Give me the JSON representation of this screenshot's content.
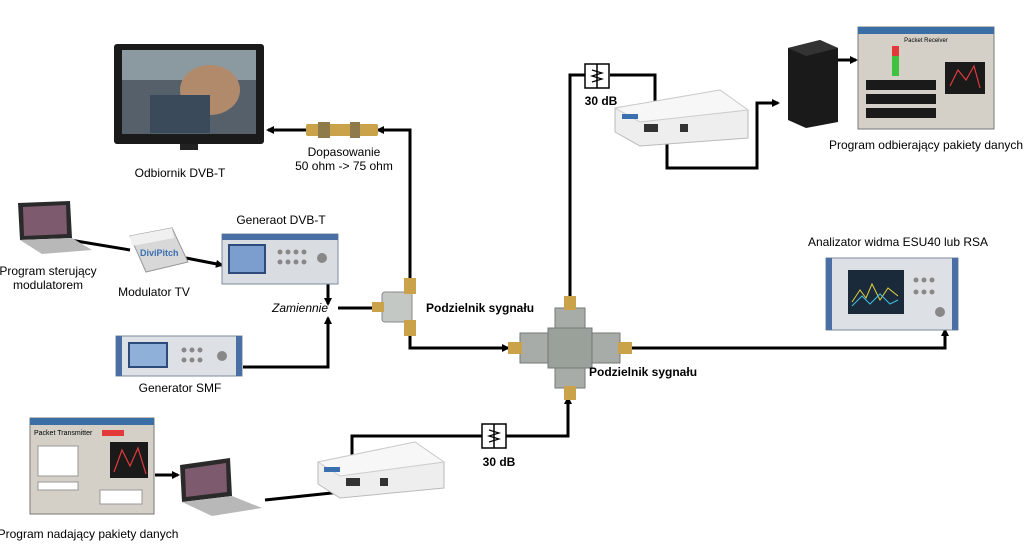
{
  "labels": {
    "tv": "Odbiornik DVB-T",
    "matching_line1": "Dopasowanie",
    "matching_line2": "50 ohm -> 75 ohm",
    "generator_dvbt": "Generaot DVB-T",
    "program_ctrl_line1": "Program sterujący",
    "program_ctrl_line2": "modulatorem",
    "modulator": "Modulator TV",
    "alternatively": "Zamiennie",
    "splitter_small": "Podzielnik sygnału",
    "splitter_big": "Podzielnik sygnału",
    "generator_smf": "Generator SMF",
    "attenuator_top": "30 dB",
    "attenuator_bottom": "30 dB",
    "program_rx": "Program odbierający pakiety danych",
    "analyzer": "Analizator widma ESU40 lub RSA",
    "program_tx": "Program nadający pakiety danych"
  },
  "screens": {
    "rx_window_title": "Packet Receiver",
    "tx_window_title": "Packet Transmitter",
    "modulator_brand": "DiviPitch"
  },
  "colors": {
    "cable": "#000000",
    "device_silver": "#e6e6e6",
    "rs_blue": "#4a6fa5",
    "brass": "#c9a24a",
    "splitter_grey": "#a8aca8"
  }
}
